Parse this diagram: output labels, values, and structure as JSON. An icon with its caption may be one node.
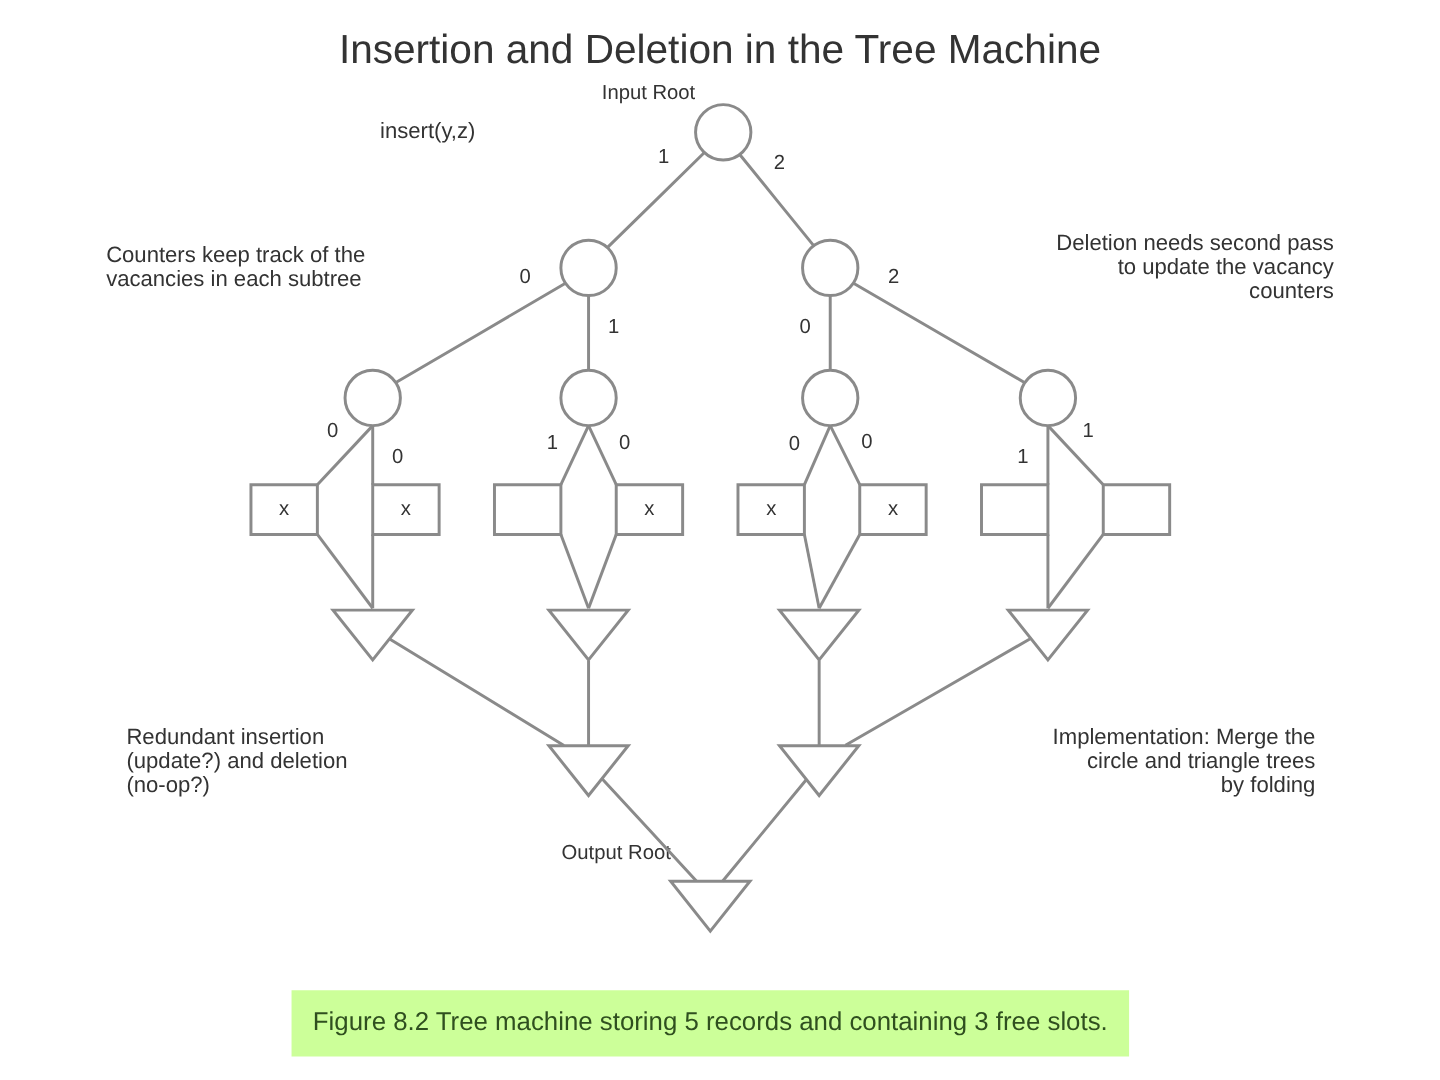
{
  "diagram": {
    "title": "Insertion and Deletion in the Tree Machine",
    "caption": "Figure 8.2 Tree machine storing 5 records and containing 3 free slots.",
    "nodes": [
      {
        "text": [],
        "shape": "circle",
        "beside": [
          "Input Root"
        ]
      },
      {
        "text": [],
        "shape": "circle"
      },
      {
        "text": [],
        "shape": "circle"
      },
      {
        "text": [],
        "shape": "circle"
      },
      {
        "text": [],
        "shape": "circle"
      },
      {
        "text": [],
        "shape": "circle"
      },
      {
        "text": [],
        "shape": "circle"
      },
      {
        "text": [
          "x"
        ]
      },
      {
        "text": [
          "x"
        ]
      },
      {
        "text": [],
        "shape": "box"
      },
      {
        "text": [
          "x"
        ]
      },
      {
        "text": [
          "x"
        ]
      },
      {
        "text": [
          "x"
        ]
      },
      {
        "text": [],
        "shape": "box"
      },
      {
        "text": [],
        "shape": "box"
      },
      {
        "text": [],
        "shape": "triangle"
      },
      {
        "text": [],
        "shape": "triangle"
      },
      {
        "text": [],
        "shape": "triangle"
      },
      {
        "text": [],
        "shape": "triangle"
      },
      {
        "text": [],
        "shape": "triangle"
      },
      {
        "text": [],
        "shape": "triangle"
      },
      {
        "text": [],
        "shape": "triangle",
        "beside": [
          "Output Root"
        ]
      }
    ],
    "edges": [
      {
        "from": 0,
        "to": 1,
        "arrow": "none",
        "label": "1"
      },
      {
        "from": 0,
        "to": 2,
        "arrow": "none",
        "label": "2"
      },
      {
        "from": 1,
        "to": 3,
        "arrow": "none",
        "label": "0"
      },
      {
        "from": 1,
        "to": 4,
        "arrow": "none",
        "label": "1"
      },
      {
        "from": 2,
        "to": 5,
        "arrow": "none",
        "label": "0"
      },
      {
        "from": 2,
        "to": 6,
        "arrow": "none",
        "label": "2"
      },
      {
        "from": 3,
        "to": 7,
        "arrow": "none",
        "label": "0"
      },
      {
        "from": 3,
        "to": 8,
        "arrow": "none",
        "label": "0"
      },
      {
        "from": 4,
        "to": 9,
        "arrow": "none",
        "label": "1"
      },
      {
        "from": 4,
        "to": 10,
        "arrow": "none",
        "label": "0"
      },
      {
        "from": 5,
        "to": 11,
        "arrow": "none",
        "label": "0"
      },
      {
        "from": 5,
        "to": 12,
        "arrow": "none",
        "label": "0"
      },
      {
        "from": 6,
        "to": 13,
        "arrow": "none",
        "label": "1"
      },
      {
        "from": 6,
        "to": 14,
        "arrow": "none",
        "label": "1"
      },
      {
        "from": 7,
        "to": 15,
        "arrow": "none"
      },
      {
        "from": 8,
        "to": 15,
        "arrow": "none"
      },
      {
        "from": 9,
        "to": 16,
        "arrow": "none"
      },
      {
        "from": 10,
        "to": 16,
        "arrow": "none"
      },
      {
        "from": 11,
        "to": 17,
        "arrow": "none"
      },
      {
        "from": 12,
        "to": 17,
        "arrow": "none"
      },
      {
        "from": 13,
        "to": 18,
        "arrow": "none"
      },
      {
        "from": 14,
        "to": 18,
        "arrow": "none"
      },
      {
        "from": 15,
        "to": 19,
        "arrow": "none"
      },
      {
        "from": 16,
        "to": 19,
        "arrow": "none"
      },
      {
        "from": 17,
        "to": 20,
        "arrow": "none"
      },
      {
        "from": 18,
        "to": 20,
        "arrow": "none"
      },
      {
        "from": 19,
        "to": 21,
        "arrow": "none"
      },
      {
        "from": 20,
        "to": 21,
        "arrow": "none"
      }
    ],
    "labels": [
      "insert(y,z)",
      "Counters keep track of the vacancies in each subtree",
      "Deletion needs second pass to update the vacancy counters",
      "Redundant insertion (update?) and deletion (no-op?)",
      "Implementation: Merge the circle and triangle trees by folding"
    ]
  }
}
